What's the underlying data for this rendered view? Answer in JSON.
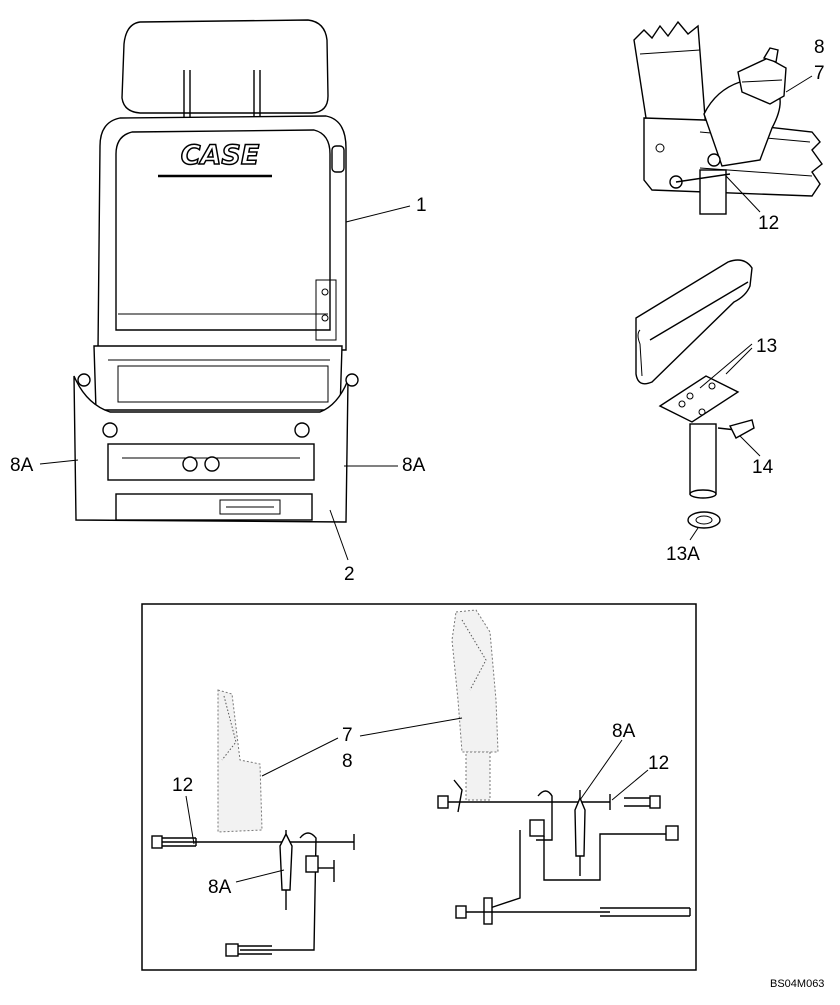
{
  "callouts": {
    "part_1": "1",
    "part_2": "2",
    "part_8a_left": "8A",
    "part_8a_right": "8A",
    "part_8_belt": "8",
    "part_7_belt": "7",
    "part_12_belt": "12",
    "part_13_armrest": "13",
    "part_14_armrest": "14",
    "part_13a_armrest": "13A",
    "inset_part_7": "7",
    "inset_part_8": "8",
    "inset_part_12_left": "12",
    "inset_part_8a_left": "8A",
    "inset_part_8a_right": "8A",
    "inset_part_12_right": "12"
  },
  "seat_logo_text": "CASE",
  "figure_reference": "BS04M063",
  "colors": {
    "line": "#000000",
    "background": "#ffffff"
  }
}
